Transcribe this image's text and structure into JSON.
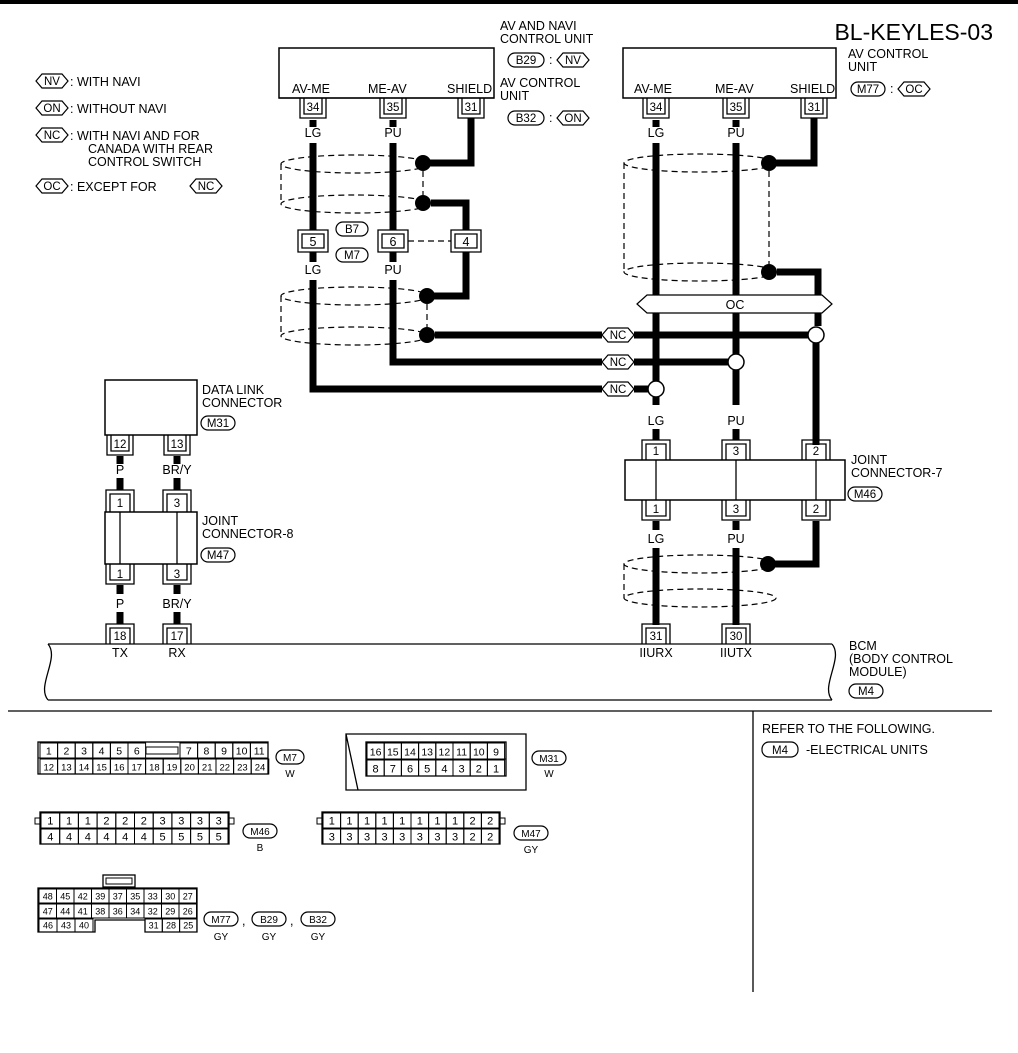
{
  "diagram_id": "BL-KEYLES-03",
  "legend": {
    "nv_tag": "NV",
    "nv_text": ": WITH NAVI",
    "on_tag": "ON",
    "on_text": ": WITHOUT NAVI",
    "nc_tag": "NC",
    "nc_text1": ": WITH NAVI AND FOR",
    "nc_text2": "CANADA WITH REAR",
    "nc_text3": "CONTROL SWITCH",
    "oc_tag": "OC",
    "oc_text": ": EXCEPT FOR",
    "oc_ref": "NC"
  },
  "av_navi_unit": {
    "title1": "AV AND NAVI",
    "title2": "CONTROL UNIT",
    "conn_b29": "B29",
    "b29_cond": "NV",
    "title3": "AV CONTROL",
    "title4": "UNIT",
    "conn_b32": "B32",
    "b32_cond": "ON",
    "t1_label": "AV-ME",
    "t1_pin": "34",
    "t2_label": "ME-AV",
    "t2_pin": "35",
    "t3_label": "SHIELD",
    "t3_pin": "31"
  },
  "av_unit": {
    "title1": "AV CONTROL",
    "title2": "UNIT",
    "conn": "M77",
    "cond": "OC",
    "t1_label": "AV-ME",
    "t1_pin": "34",
    "t2_label": "ME-AV",
    "t2_pin": "35",
    "t3_label": "SHIELD",
    "t3_pin": "31"
  },
  "wires": {
    "lg": "LG",
    "pu": "PU",
    "p": "P",
    "bry": "BR/Y"
  },
  "inline_connector": {
    "conn1": "B7",
    "conn2": "M7",
    "pin1": "5",
    "pin2": "6",
    "pin3": "4"
  },
  "oc_bar": "OC",
  "nc_tag": "NC",
  "dlc": {
    "title1": "DATA LINK",
    "title2": "CONNECTOR",
    "conn": "M31",
    "pin1": "12",
    "pin2": "13"
  },
  "joint8": {
    "title1": "JOINT",
    "title2": "CONNECTOR-8",
    "conn": "M47",
    "pin1": "1",
    "pin2": "3"
  },
  "joint7": {
    "title1": "JOINT",
    "title2": "CONNECTOR-7",
    "conn": "M46",
    "pin1": "1",
    "pin2": "3",
    "pin3": "2"
  },
  "bcm": {
    "title1": "BCM",
    "title2": "(BODY CONTROL",
    "title3": "MODULE)",
    "conn": "M4",
    "pin_tx": "18",
    "lbl_tx": "TX",
    "pin_rx": "17",
    "lbl_rx": "RX",
    "pin_iiurx": "31",
    "lbl_iiurx": "IIURX",
    "pin_iiutx": "30",
    "lbl_iiutx": "IIUTX"
  },
  "refer": {
    "text": "REFER TO THE FOLLOWING.",
    "conn": "M4",
    "text2": "-ELECTRICAL UNITS"
  },
  "connector_faces": {
    "m7": {
      "id": "M7",
      "color": "W",
      "row1a": [
        "1",
        "2",
        "3",
        "4",
        "5",
        "6"
      ],
      "row1b": [
        "7",
        "8",
        "9",
        "10",
        "11"
      ],
      "row2": [
        "12",
        "13",
        "14",
        "15",
        "16",
        "17",
        "18",
        "19",
        "20",
        "21",
        "22",
        "23",
        "24"
      ]
    },
    "m31": {
      "id": "M31",
      "color": "W",
      "row1": [
        "16",
        "15",
        "14",
        "13",
        "12",
        "11",
        "10",
        "9"
      ],
      "row2": [
        "8",
        "7",
        "6",
        "5",
        "4",
        "3",
        "2",
        "1"
      ]
    },
    "m46": {
      "id": "M46",
      "color": "B",
      "row1": [
        "1",
        "1",
        "1",
        "2",
        "2",
        "2",
        "3",
        "3",
        "3",
        "3"
      ],
      "row2": [
        "4",
        "4",
        "4",
        "4",
        "4",
        "4",
        "5",
        "5",
        "5",
        "5"
      ]
    },
    "m47": {
      "id": "M47",
      "color": "GY",
      "row1": [
        "1",
        "1",
        "1",
        "1",
        "1",
        "1",
        "1",
        "1",
        "2",
        "2"
      ],
      "row2": [
        "3",
        "3",
        "3",
        "3",
        "3",
        "3",
        "3",
        "3",
        "2",
        "2"
      ]
    },
    "m77": {
      "id": "M77",
      "color": "GY",
      "id2": "B29",
      "color2": "GY",
      "id3": "B32",
      "color3": "GY",
      "sep": ",",
      "row1": [
        "48",
        "45",
        "42",
        "39",
        "37",
        "35",
        "33",
        "30",
        "27"
      ],
      "row2": [
        "47",
        "44",
        "41",
        "38",
        "36",
        "34",
        "32",
        "29",
        "26"
      ],
      "row3a": [
        "46",
        "43",
        "40"
      ],
      "row3b": [
        "31",
        "28",
        "25"
      ]
    }
  }
}
